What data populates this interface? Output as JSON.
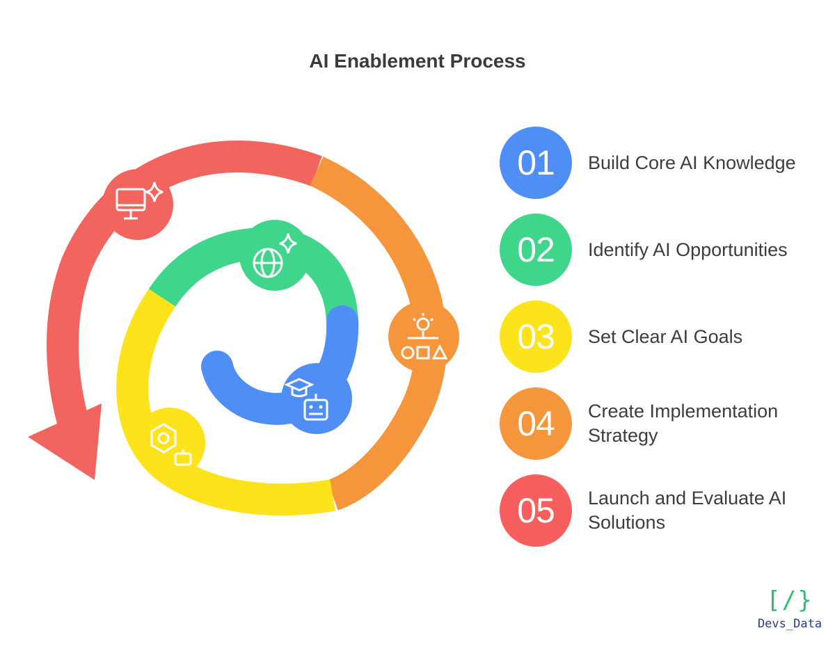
{
  "title": "AI Enablement Process",
  "steps": [
    {
      "number": "01",
      "label": "Build Core AI Knowledge",
      "color": "#4f8ef5"
    },
    {
      "number": "02",
      "label": "Identify AI Opportunities",
      "color": "#3fd68c"
    },
    {
      "number": "03",
      "label": "Set Clear AI Goals",
      "color": "#fde31b"
    },
    {
      "number": "04",
      "label": "Create Implementation Strategy",
      "color": "#f5953c"
    },
    {
      "number": "05",
      "label": "Launch and Evaluate AI Solutions",
      "color": "#f75e5e"
    }
  ],
  "icons": [
    "monitor-sparkle-icon",
    "globe-sparkle-icon",
    "lightbulb-shapes-icon",
    "graduation-robot-icon",
    "hexagon-bot-icon"
  ],
  "logo": {
    "mark": "[/}",
    "brand": "Devs_Data",
    "mark_color": "#2fbf71",
    "brand_color": "#2a3a8f"
  }
}
